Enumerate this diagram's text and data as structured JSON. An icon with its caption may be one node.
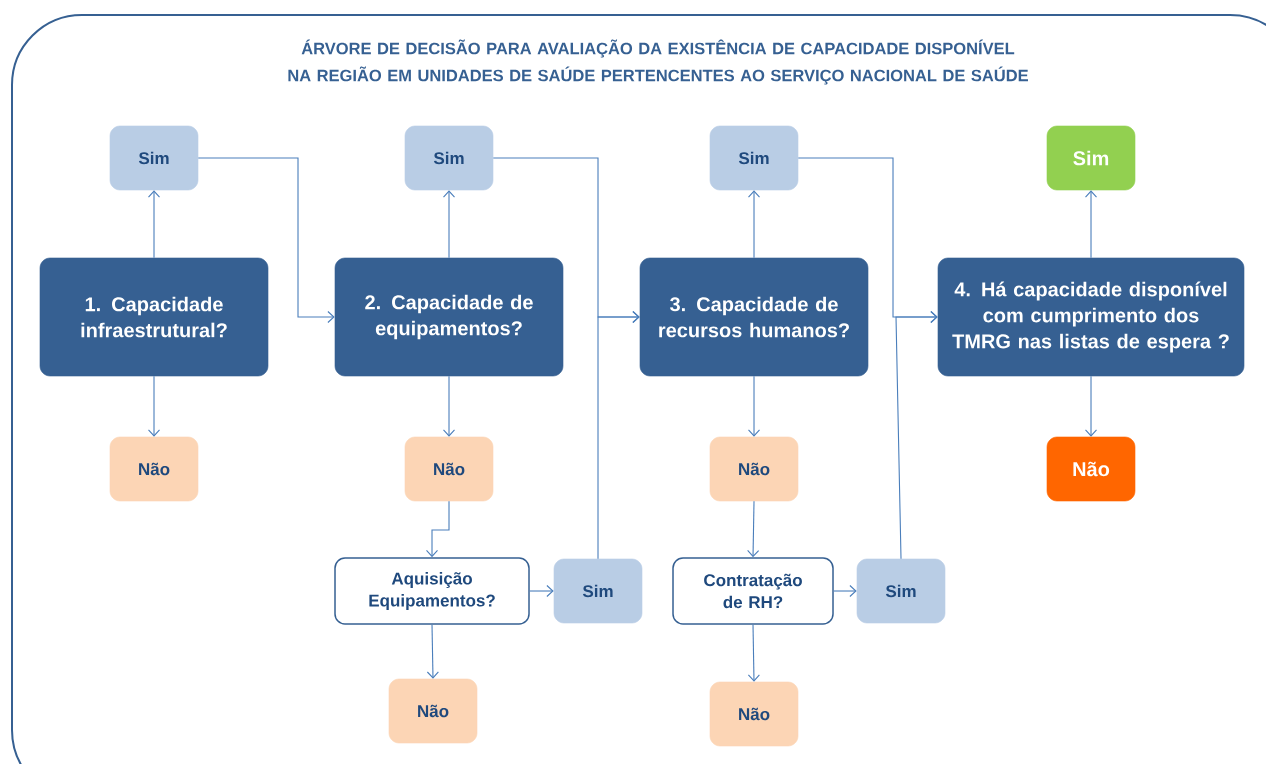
{
  "diagram": {
    "title": "ÁRVORE DE DECISÃO PARA  AVALIAÇÃO DA EXISTÊNCIA DE CAPACIDADE DISPONÍVEL NA REGIÃO EM UNIDADES DE SAÚDE PERTENCENTES AO SERVIÇO NACIONAL DE SAÚDE",
    "nodes": [
      {
        "text": [
          "Sim"
        ]
      },
      {
        "text": [
          "1. Capacidade infraestrutural?"
        ]
      },
      {
        "text": [
          "Não"
        ]
      },
      {
        "text": [
          "Sim"
        ]
      },
      {
        "text": [
          "2. Capacidade de equipamentos?"
        ]
      },
      {
        "text": [
          "Não"
        ]
      },
      {
        "text": [
          "Aquisição Equipamentos?"
        ]
      },
      {
        "text": [
          "Sim"
        ]
      },
      {
        "text": [
          "Não"
        ]
      },
      {
        "text": [
          "Sim"
        ]
      },
      {
        "text": [
          "3. Capacidade de recursos humanos?"
        ]
      },
      {
        "text": [
          "Não"
        ]
      },
      {
        "text": [
          "Contratação de RH?"
        ]
      },
      {
        "text": [
          "Sim"
        ]
      },
      {
        "text": [
          "Não"
        ]
      },
      {
        "text": [
          "Sim"
        ]
      },
      {
        "text": [
          "4. Há capacidade disponível com cumprimento dos TMRG nas listas de espera ?"
        ]
      },
      {
        "text": [
          "Não"
        ]
      }
    ],
    "edges": [
      {
        "from": 1,
        "to": 0,
        "arrow": "to"
      },
      {
        "from": 1,
        "to": 2,
        "arrow": "to"
      },
      {
        "from": 0,
        "to": 4,
        "arrow": "to"
      },
      {
        "from": 4,
        "to": 3,
        "arrow": "to"
      },
      {
        "from": 4,
        "to": 5,
        "arrow": "to"
      },
      {
        "from": 5,
        "to": 6,
        "arrow": "to"
      },
      {
        "from": 6,
        "to": 7,
        "arrow": "to"
      },
      {
        "from": 6,
        "to": 8,
        "arrow": "to"
      },
      {
        "from": 3,
        "to": 10,
        "arrow": "to"
      },
      {
        "from": 7,
        "to": 10,
        "arrow": "to"
      },
      {
        "from": 10,
        "to": 9,
        "arrow": "to"
      },
      {
        "from": 10,
        "to": 11,
        "arrow": "to"
      },
      {
        "from": 11,
        "to": 12,
        "arrow": "to"
      },
      {
        "from": 12,
        "to": 13,
        "arrow": "to"
      },
      {
        "from": 12,
        "to": 14,
        "arrow": "to"
      },
      {
        "from": 9,
        "to": 16,
        "arrow": "to"
      },
      {
        "from": 13,
        "to": 16,
        "arrow": "to"
      },
      {
        "from": 16,
        "to": 15,
        "arrow": "to"
      },
      {
        "from": 16,
        "to": 17,
        "arrow": "to"
      }
    ]
  }
}
